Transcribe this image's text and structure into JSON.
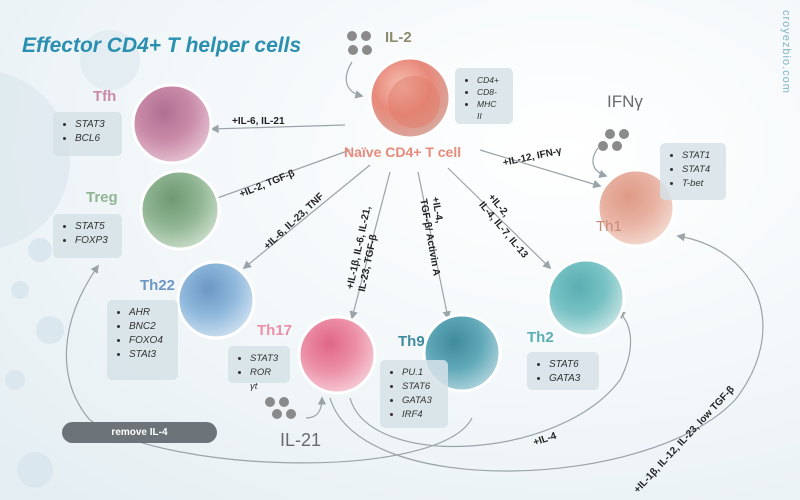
{
  "title": "Effector CD4+ T helper cells",
  "brand": "croyezbio.com",
  "naive": {
    "label": "Naïve CD4+ T cell",
    "cytokine": "IL-2",
    "markers": [
      "CD4+",
      "CD8-",
      "MHC II"
    ]
  },
  "cells": {
    "tfh": {
      "label": "Tfh",
      "markers": [
        "STAT3",
        "BCL6"
      ]
    },
    "treg": {
      "label": "Treg",
      "markers": [
        "STAT5",
        "FOXP3"
      ]
    },
    "th22": {
      "label": "Th22",
      "markers": [
        "AHR",
        "BNC2",
        "FOXO4",
        "STAt3"
      ]
    },
    "th17": {
      "label": "Th17",
      "markers": [
        "STAT3",
        "ROR γt"
      ]
    },
    "th9": {
      "label": "Th9",
      "markers": [
        "PU.1",
        "STAT6",
        "GATA3",
        "IRF4"
      ]
    },
    "th2": {
      "label": "Th2",
      "markers": [
        "STAT6",
        "GATA3"
      ]
    },
    "th1": {
      "label": "Th1",
      "markers": [
        "STAT1",
        "STAT4",
        "T-bet"
      ]
    }
  },
  "arrows": {
    "tfh": "+IL-6, IL-21",
    "treg": "+IL-2, TGF-β",
    "th22": "+IL-6, IL-23, TNF",
    "th17": [
      "+IL-1β, IL-6, IL-21,",
      "IL-23, TGF-β"
    ],
    "th9": [
      "+IL-4,",
      "TGF-β/ Activin A"
    ],
    "th2": [
      "+IL-2,",
      "IL-4, IL-7, IL-13"
    ],
    "th1": "+IL-12, IFN-γ",
    "il4": "+IL-4",
    "th1_bottom": "+IL-1β, IL-12, IL-23, low TGF-β"
  },
  "cytokines": {
    "ifng": "IFNγ",
    "il21": "IL-21"
  },
  "remove_il4": "remove IL-4",
  "colors": {
    "title": "#2b8fb0",
    "naive": "#e8897a",
    "tfh": "#c98aa8",
    "treg": "#8fb592",
    "th22": "#8fb8dc",
    "th17": "#ec8fa6",
    "th9": "#5fa8b8",
    "th2": "#78c2c4",
    "th1": "#e8b2a2"
  }
}
